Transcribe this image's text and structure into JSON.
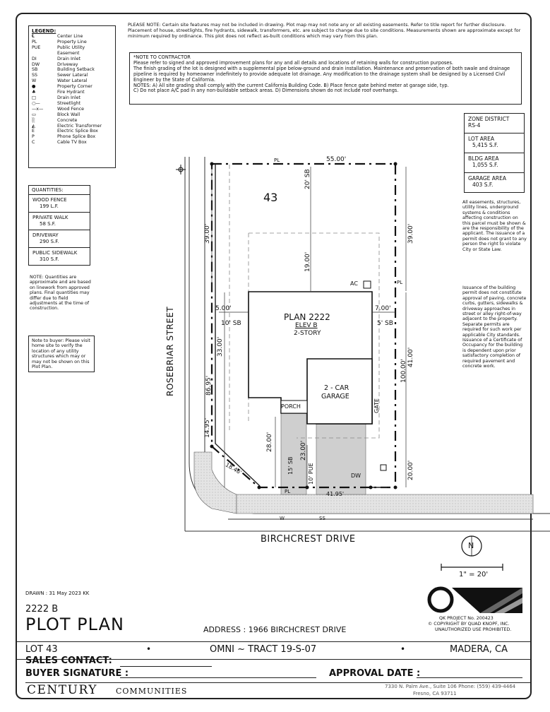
{
  "legend": {
    "title": "LEGEND:",
    "items": [
      {
        "sym": "℄",
        "label": "Center Line"
      },
      {
        "sym": "PL",
        "label": "Property Line"
      },
      {
        "sym": "PUE",
        "label": "Public Utility"
      },
      {
        "sym": "",
        "label": "Easement"
      },
      {
        "sym": "DI",
        "label": "Drain Inlet"
      },
      {
        "sym": "DW",
        "label": "Driveway"
      },
      {
        "sym": "SB",
        "label": "Building Setback"
      },
      {
        "sym": "SS",
        "label": "Sewer Lateral"
      },
      {
        "sym": "W",
        "label": "Water Lateral"
      },
      {
        "sym": "●",
        "label": "Property Corner"
      },
      {
        "sym": "♣",
        "label": "Fire Hydrant"
      },
      {
        "sym": "□",
        "label": "Drain Inlet"
      },
      {
        "sym": "○—",
        "label": "Streetlight"
      },
      {
        "sym": "—x—",
        "label": "Wood Fence"
      },
      {
        "sym": "▭",
        "label": "Block Wall"
      },
      {
        "sym": "░",
        "label": "Concrete"
      },
      {
        "sym": "◭",
        "label": "Electric Transformer"
      },
      {
        "sym": "E",
        "label": "Electric Splice Box"
      },
      {
        "sym": "P",
        "label": "Phone Splice Box"
      },
      {
        "sym": "C",
        "label": "Cable TV Box"
      }
    ]
  },
  "notice": "PLEASE NOTE: Certain site features may not be included in drawing. Plot map may not note any or all existing easements. Refer to title report for further disclosure. Placement of house, streetlights, fire hydrants, sidewalk, transformers, etc. are subject to change due to site conditions. Measurements shown are approximate except for minimum required by ordinance. This plot does not reflect as-built conditions which may vary from this plan.",
  "contractor": {
    "heading": "*NOTE TO CONTRACTOR",
    "line1": "Please refer to signed and approved improvement plans for any and all details and locations of retaining walls for construction purposes.",
    "line2": "The finish grading of the lot is designed with a supplemental pipe below-ground and drain installation. Maintenance and preservation of both swale and drainage pipeline is required by homeowner indefinitely to provide adequate lot drainage. Any modification to the drainage system shall be designed by a Licensed Civil Engineer by the State of California.",
    "line3": "NOTES: A) All site grading shall comply with the current California Building Code. B) Place fence gate behind meter at garage side, typ.",
    "line4": "C) Do not place A/C pad in any non-buildable setback areas. D) Dimensions shown do not include roof overhangs."
  },
  "quantities": {
    "title": "QUANTITIES:",
    "wood_fence": "WOOD FENCE",
    "wood_fence_val": "199 L.F.",
    "private_walk": "PRIVATE WALK",
    "private_walk_val": "58 S.F.",
    "driveway": "DRIVEWAY",
    "driveway_val": "290 S.F.",
    "sidewalk": "PUBLIC SIDEWALK",
    "sidewalk_val": "310 S.F."
  },
  "qty_note": "NOTE: Quantities are approximate and are based on linework from approved plans. Final quantities may differ due to field adjustments at the time of construction.",
  "buyer_note": "Note to buyer: Please visit home site to verify the location of any utility structures which may or may not be shown on this Plot Plan.",
  "zone": {
    "district_label": "ZONE DISTRICT",
    "district_val": "RS-4",
    "lot_area_label": "LOT AREA",
    "lot_area_val": "5,415 S.F.",
    "bldg_area_label": "BLDG AREA",
    "bldg_area_val": "1,055 S.F.",
    "garage_area_label": "GARAGE AREA",
    "garage_area_val": "403 S.F."
  },
  "easement_note": "All easements, structures, utility lines, underground systems & conditions affecting construction on this parcel must be shown & are the responsibility of the applicant. The issuance of a permit does not grant to any person the right to violate City or State Law.",
  "permit_note": "Issuance of the building permit does not constitute approval of paving, concrete curbs, gutters, sidewalks & driveway approaches in street or alley right-of-way adjacent to the property. Separate permits are required for such work per applicable City standards. Issuance of a Certificate of Occupancy for the building is dependent upon prior satisfactory completion of required pavement and concrete work.",
  "plan": {
    "lot_number": "43",
    "top_dim": "55.00'",
    "front_sb": "20' SB",
    "plan_name": "PLAN 2222",
    "elevation": "ELEV B",
    "stories": "2-STORY",
    "garage": "2 - CAR",
    "garage2": "GARAGE",
    "porch": "PORCH",
    "gate": "GATE",
    "ac": "AC",
    "dw": "DW",
    "pue": "10' PUE",
    "sb_left": "10' SB",
    "sb_right": "5' SB",
    "dim_left_5": "5.00'",
    "dim_right_7": "7.00'",
    "dim_19": "19.00'",
    "dim_39_left": "39.00'",
    "dim_39_right": "39.00'",
    "dim_33": "33.00'",
    "dim_8695": "86.95'",
    "dim_1495": "14.95'",
    "dim_41": "41.00'",
    "dim_100": "100.00'",
    "dim_20": "20.00'",
    "dim_28": "28.00'",
    "dim_23": "23.00'",
    "dim_15sb": "15' SB",
    "dim_4195": "41.95'",
    "dim_1846": "18.46'",
    "pl": "PL",
    "w": "W",
    "ss": "SS",
    "street_side": "ROSEBRIAR STREET",
    "street_front": "BIRCHCREST DRIVE",
    "north": "N",
    "scale": "1\" = 20'"
  },
  "footer": {
    "drawn": "DRAWN : 31 May 2023 KK",
    "plan_code": "2222 B",
    "plot_plan": "PLOT PLAN",
    "address": "ADDRESS : 1966 BIRCHCREST DRIVE",
    "qk_project": "QK PROJECT No. 200423",
    "copyright": "© COPYRIGHT BY QUAD KNOPF, INC.",
    "unauthorized": "UNAUTHORIZED USE PROHIBITED.",
    "lot": "LOT 43",
    "tract": "OMNI ~ TRACT 19-S-07",
    "city": "MADERA, CA",
    "sales": "SALES CONTACT:",
    "buyer_sig": "BUYER SIGNATURE :",
    "approval": "APPROVAL DATE :",
    "company": "CENTURY",
    "company2": "COMMUNITIES",
    "addr_line": "7330 N. Palm Ave., Suite 106   Phone: (559) 439-4464",
    "city_line": "Fresno, CA 93711"
  }
}
